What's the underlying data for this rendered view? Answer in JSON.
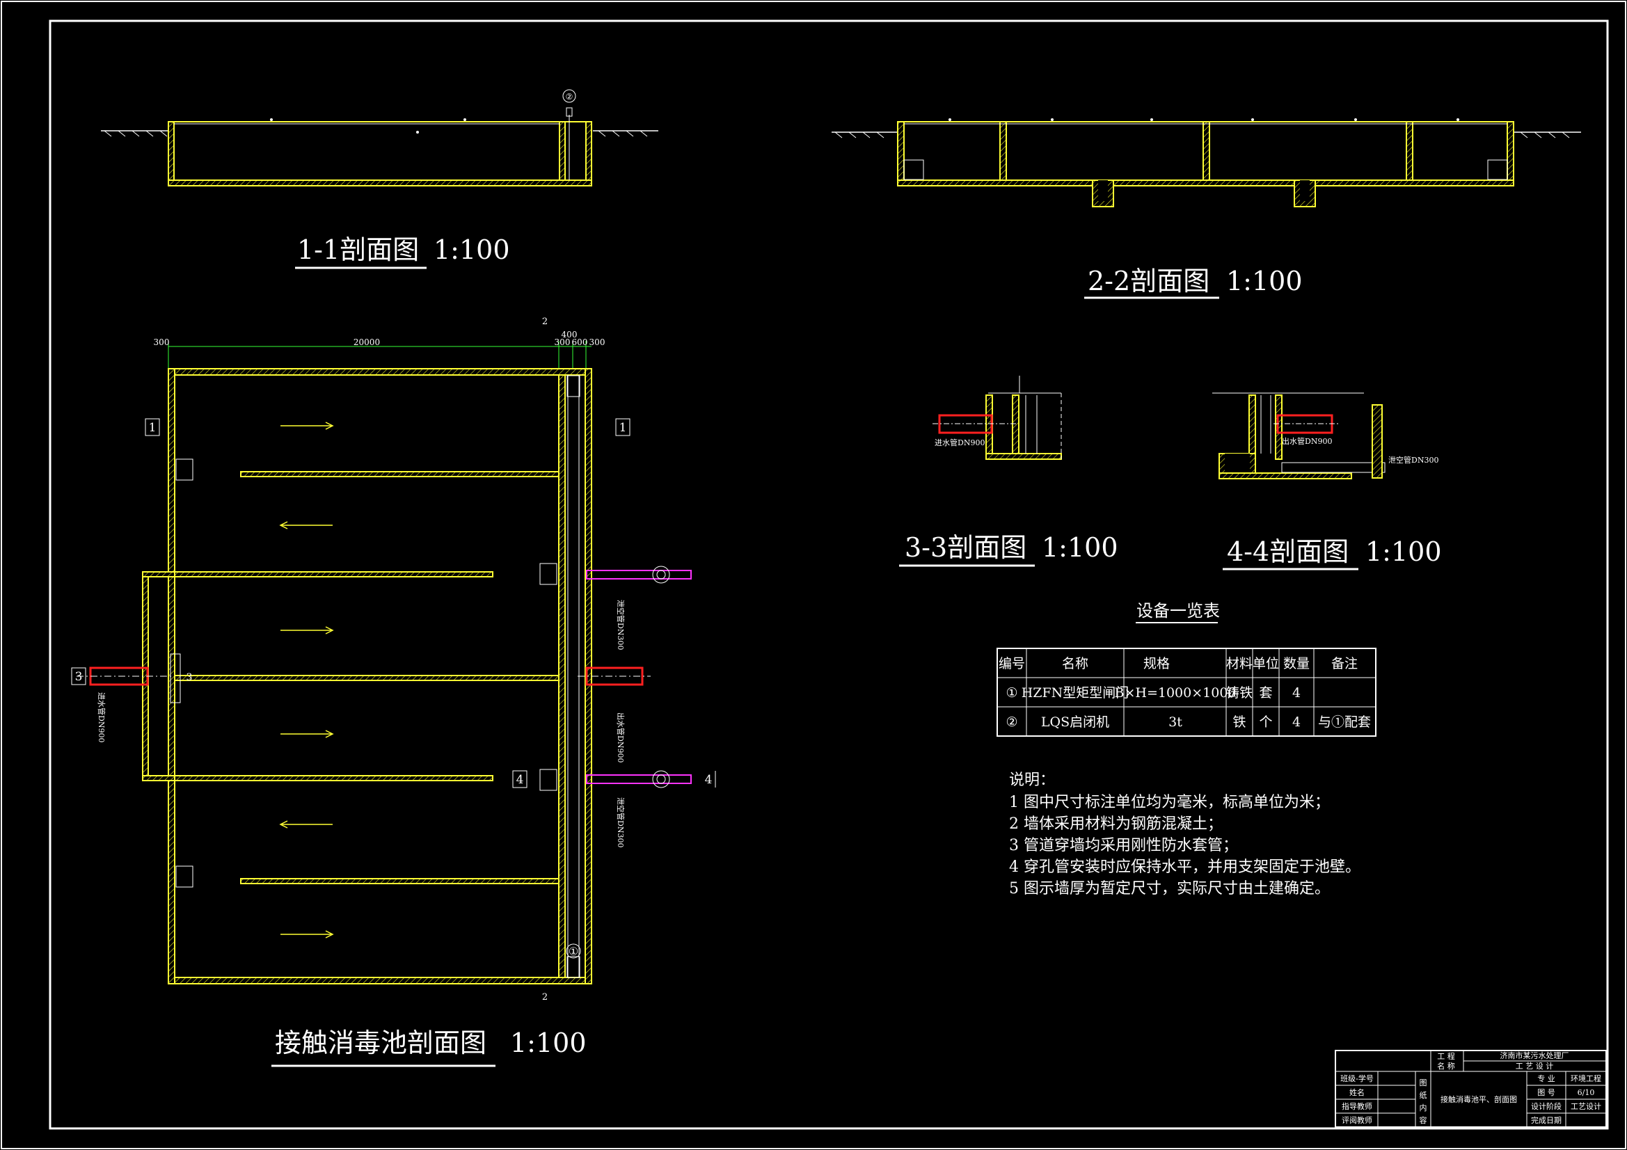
{
  "titles": {
    "sec11": "1-1剖面图",
    "sec22": "2-2剖面图",
    "sec33": "3-3剖面图",
    "sec44": "4-4剖面图",
    "plan": "接触消毒池剖面图",
    "scale": "1:100"
  },
  "plan_dims": {
    "d300a": "300",
    "d20000": "20000",
    "d300b": "300",
    "d600": "600",
    "d300c": "300",
    "d400": "400"
  },
  "section_marks": {
    "m1": "1",
    "m2": "2",
    "m3": "3",
    "m4": "4",
    "circ1": "①",
    "circ2": "②"
  },
  "pipe_labels": {
    "inlet": "进水管DN900",
    "outlet": "出水管DN900",
    "drain": "泄空管DN300",
    "inlet33": "进水管DN900",
    "outlet44": "出水管DN900",
    "drain44": "泄空管DN300"
  },
  "equipment": {
    "caption": "设备一览表",
    "headers": [
      "编号",
      "名称",
      "规格",
      "材料",
      "单位",
      "数量",
      "备注"
    ],
    "rows": [
      [
        "①",
        "HZFN型矩型闸门",
        "B×H=1000×1000",
        "铸铁",
        "套",
        "4",
        ""
      ],
      [
        "②",
        "LQS启闭机",
        "3t",
        "铁",
        "个",
        "4",
        "与①配套"
      ]
    ]
  },
  "notes": {
    "heading": "说明：",
    "items": [
      "1  图中尺寸标注单位均为毫米，标高单位为米；",
      "2  墙体采用材料为钢筋混凝土；",
      "3  管道穿墙均采用刚性防水套管；",
      "4  穿孔管安装时应保持水平，并用支架固定于池壁。",
      "5  图示墙厚为暂定尺寸，实际尺寸由土建确定。"
    ]
  },
  "title_block": {
    "project_label": "工 程\n名 称",
    "project": "济南市某污水处理厂",
    "design": "工 艺 设 计",
    "class_label": "班级-学号",
    "name_label": "姓名",
    "advisor_label": "指导教师",
    "reviewer_label": "评阅教师",
    "content_label": "图纸内容",
    "drawing_name": "接触消毒池平、剖面图",
    "major_label": "专 业",
    "major": "环境工程",
    "no_label": "图 号",
    "no": "6/10",
    "stage_label": "设计阶段",
    "stage": "工艺设计",
    "date_label": "完成日期",
    "date": ""
  }
}
